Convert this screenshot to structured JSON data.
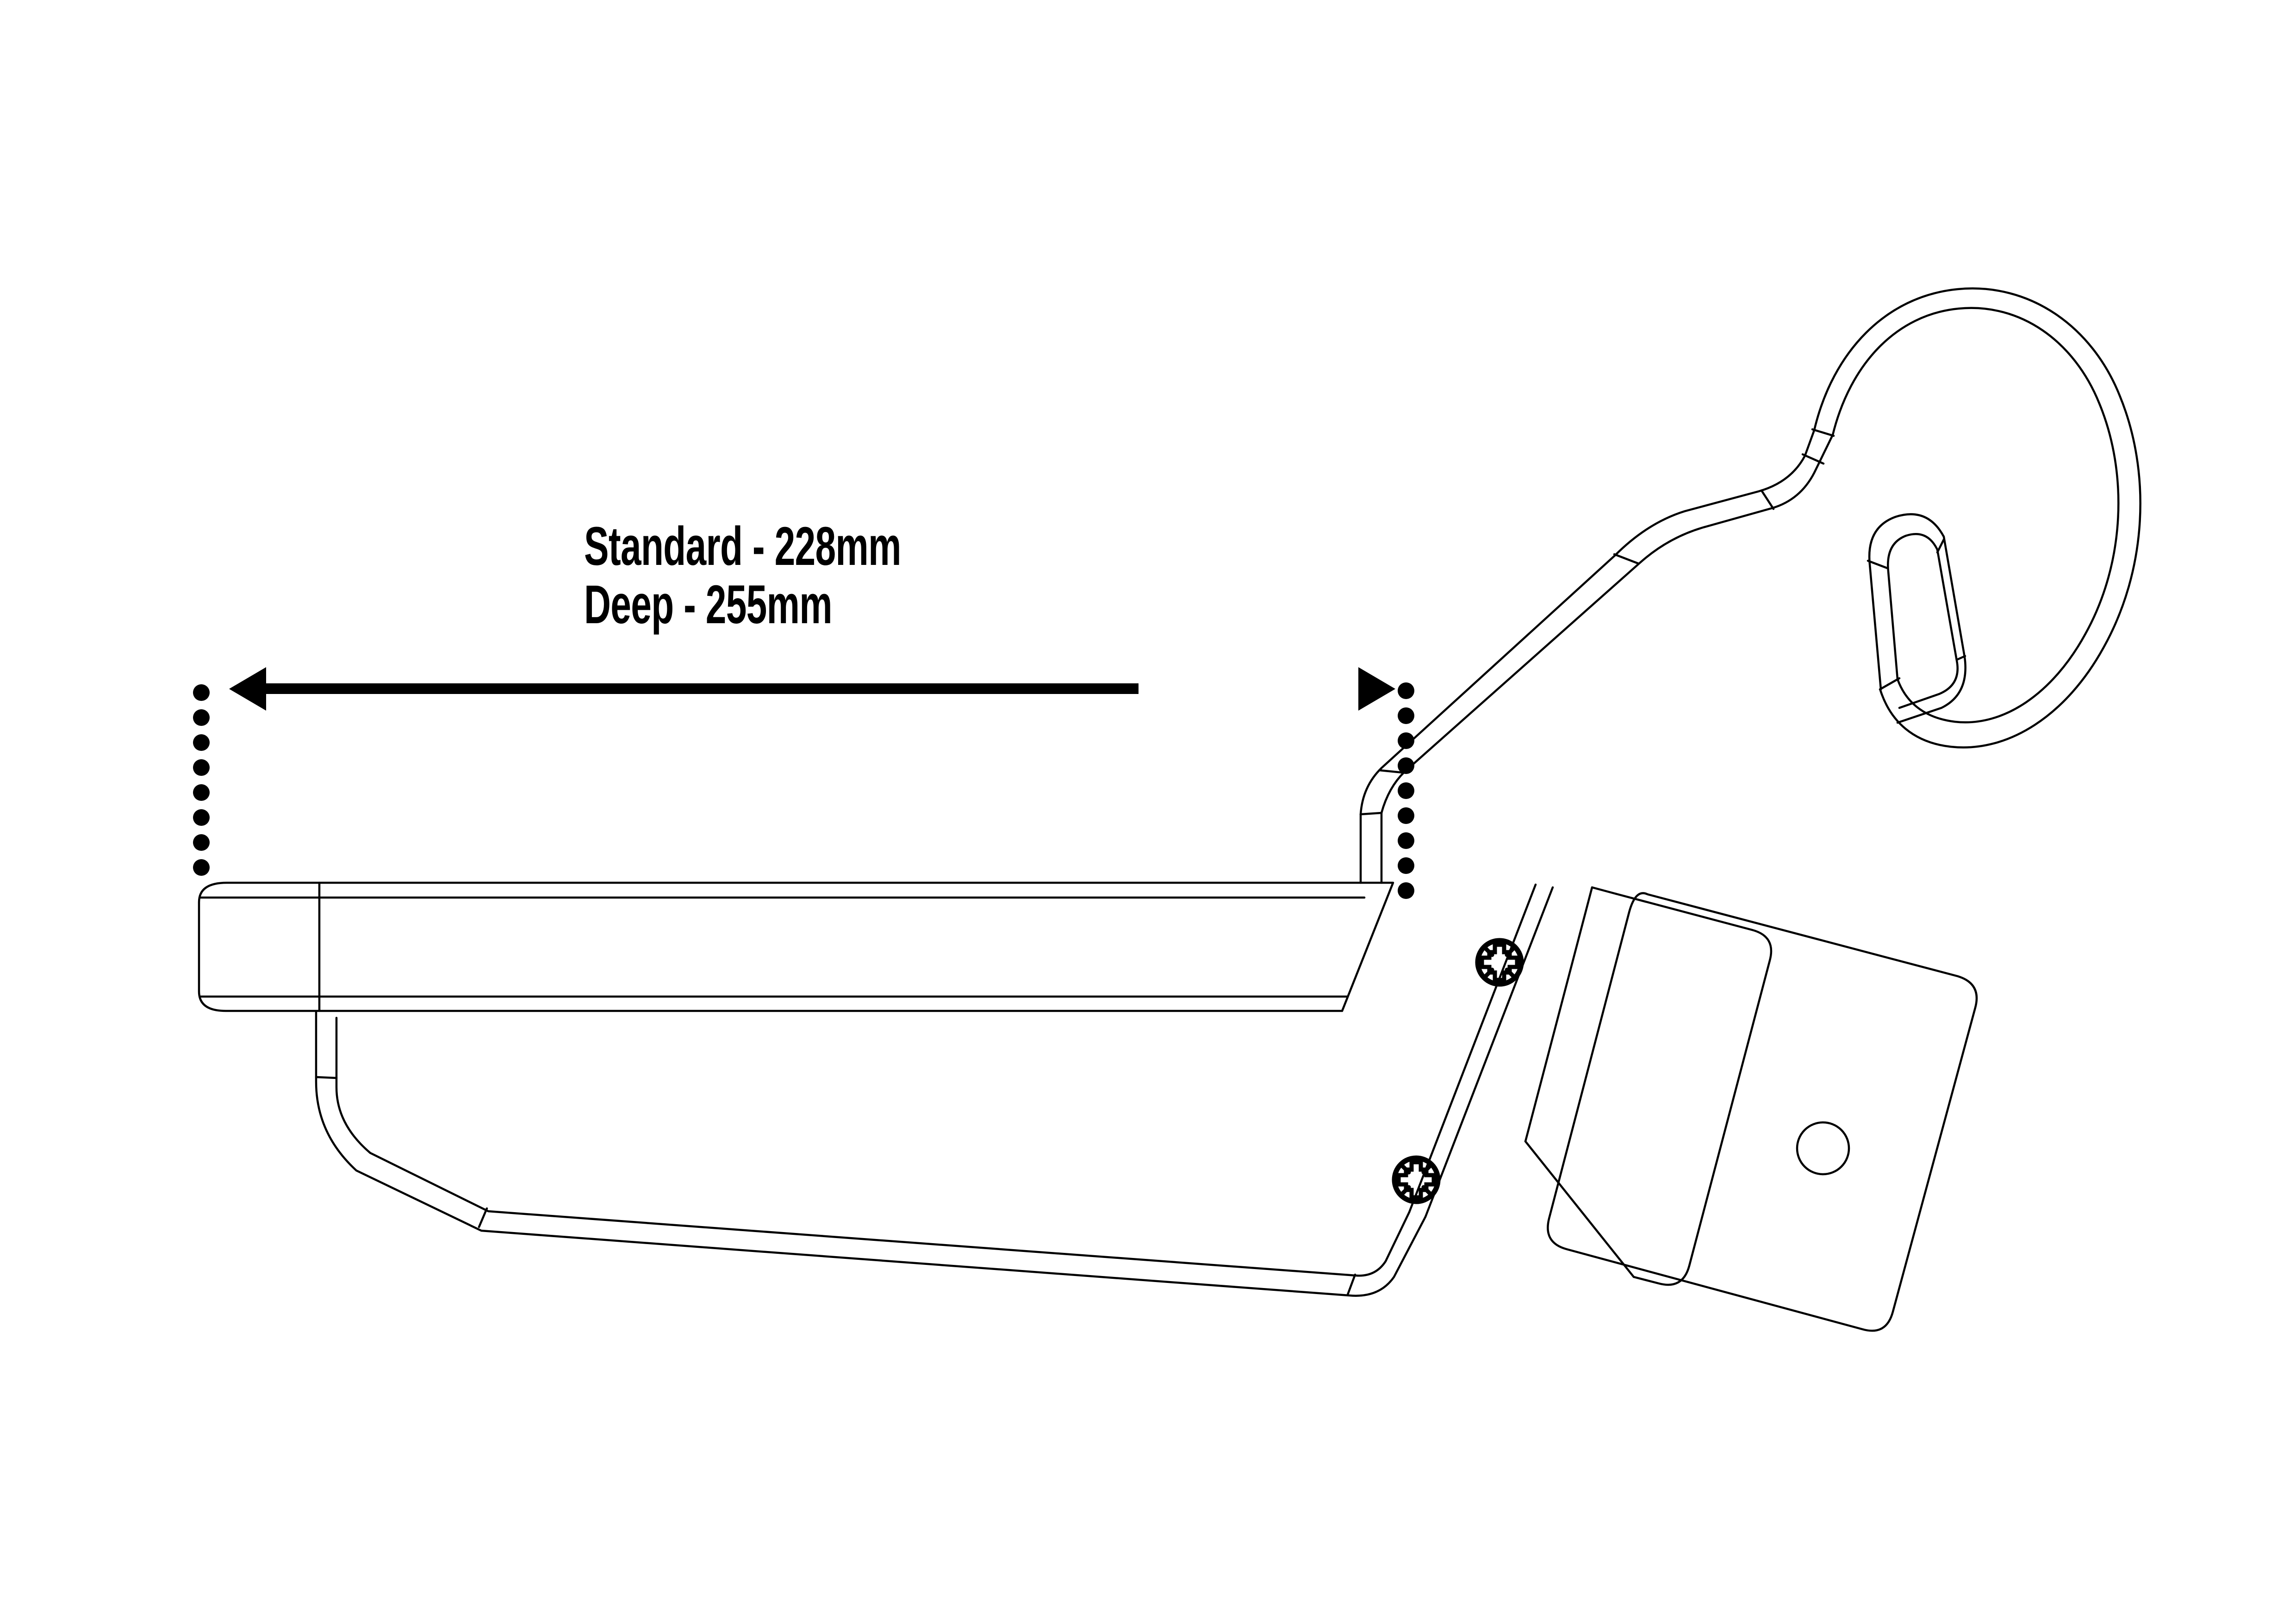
{
  "document": {
    "type": "technical-drawing",
    "subject": "wall-mounted bracket side profile with hook and shelf rail",
    "background_color": "#ffffff",
    "line_color": "#000000",
    "annotation_color": "#000000"
  },
  "dimension": {
    "label_line_1": "Standard - 228mm",
    "label_line_2": "Deep - 255mm",
    "variants": [
      {
        "name": "Standard",
        "separator": "-",
        "value": 228,
        "unit": "mm",
        "text": "Standard - 228mm"
      },
      {
        "name": "Deep",
        "separator": "-",
        "value": 255,
        "unit": "mm",
        "text": "Deep - 255mm"
      }
    ],
    "arrow": {
      "style": "double-headed",
      "orientation": "horizontal",
      "left_extension_dots": 8,
      "right_extension_dots": 9,
      "extension_line_style": "dotted"
    }
  },
  "parts": [
    {
      "name": "shelf-rail",
      "description": "horizontal rail with rounded left end"
    },
    {
      "name": "vertical-riser",
      "description": "short vertical post at right of rail"
    },
    {
      "name": "lower-support-tube",
      "description": "curved diagonal tube below rail"
    },
    {
      "name": "back-plate-upright",
      "description": "angled upright connecting to hook"
    },
    {
      "name": "hook-loop",
      "description": "large closed hook loop at top right"
    },
    {
      "name": "inner-j-hook",
      "description": "small inner J hook inside loop"
    },
    {
      "name": "mounting-plate",
      "description": "rotated rounded rectangle with hole"
    },
    {
      "name": "mounting-hole",
      "description": "circular fixing hole in mounting plate"
    },
    {
      "name": "screw-upper",
      "icon": "pozidriv-screw-icon"
    },
    {
      "name": "screw-lower",
      "icon": "pozidriv-screw-icon"
    }
  ]
}
